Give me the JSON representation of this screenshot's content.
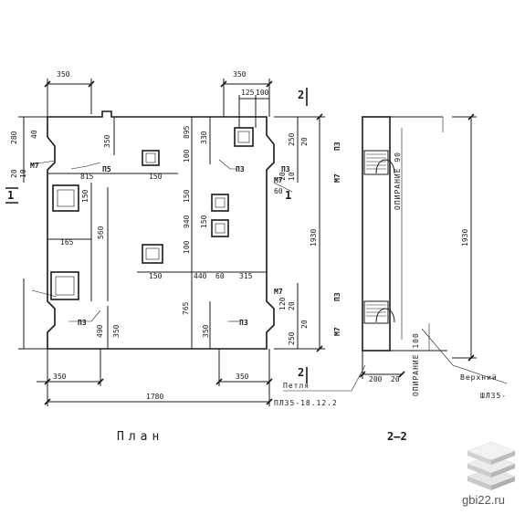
{
  "plan": {
    "title": "План",
    "top_dims": [
      "350",
      "350",
      "125",
      "100"
    ],
    "left_dims": [
      "280",
      "40",
      "М7",
      "20",
      "10",
      "815"
    ],
    "inner_dims": [
      "350",
      "П5",
      "150",
      "П3",
      "150",
      "165",
      "560",
      "150",
      "440",
      "60",
      "315",
      "765",
      "350",
      "П3",
      "П3",
      "490",
      "350",
      "895",
      "100",
      "150",
      "100",
      "330",
      "150",
      "940"
    ],
    "right_dims": [
      "250",
      "20",
      "П3",
      "М7",
      "20",
      "10",
      "60",
      "1930",
      "М7",
      "120",
      "20",
      "250",
      "20"
    ],
    "bottom_dims": [
      "350",
      "350",
      "1780"
    ],
    "section_marks": [
      "1",
      "1",
      "2",
      "2"
    ]
  },
  "section": {
    "title": "2–2",
    "labels": [
      "П3",
      "М7",
      "П3",
      "М7"
    ],
    "vertical_notes": [
      "ОПИРАНИЕ 90",
      "ОПИРАНИЕ 100"
    ],
    "dims": [
      "1930",
      "200",
      "20"
    ],
    "callouts": [
      "Петля",
      "ПЛ35-18.12.2",
      "Верхний",
      "ШЛ35-"
    ]
  },
  "watermark": {
    "text": "gbi22.ru"
  }
}
